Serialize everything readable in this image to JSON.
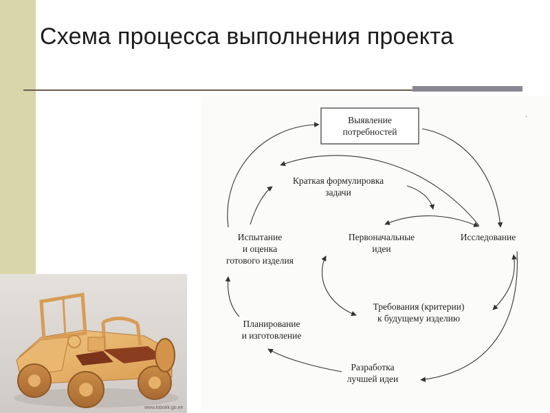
{
  "slide": {
    "title": "Схема  процесса выполнения проекта"
  },
  "photo": {
    "subject": "wooden-jeep-model",
    "watermark": "www.lobotik.go.ee"
  },
  "diagram": {
    "nodes": {
      "needs": [
        "Выявление",
        "потребностей"
      ],
      "brief": [
        "Краткая формулировка",
        "задачи"
      ],
      "ideas": [
        "Первоначальные",
        "идеи"
      ],
      "research": [
        "Исследование"
      ],
      "testing": [
        "Испытание",
        "и оценка",
        "готового изделия"
      ],
      "requirements": [
        "Требования (критерии)",
        "к будущему изделию"
      ],
      "planning": [
        "Планирование",
        "и изготовление"
      ],
      "best_idea": [
        "Разработка",
        "лучшей идеи"
      ]
    },
    "colors": {
      "line": "#333333",
      "box": "#ffffff"
    }
  }
}
